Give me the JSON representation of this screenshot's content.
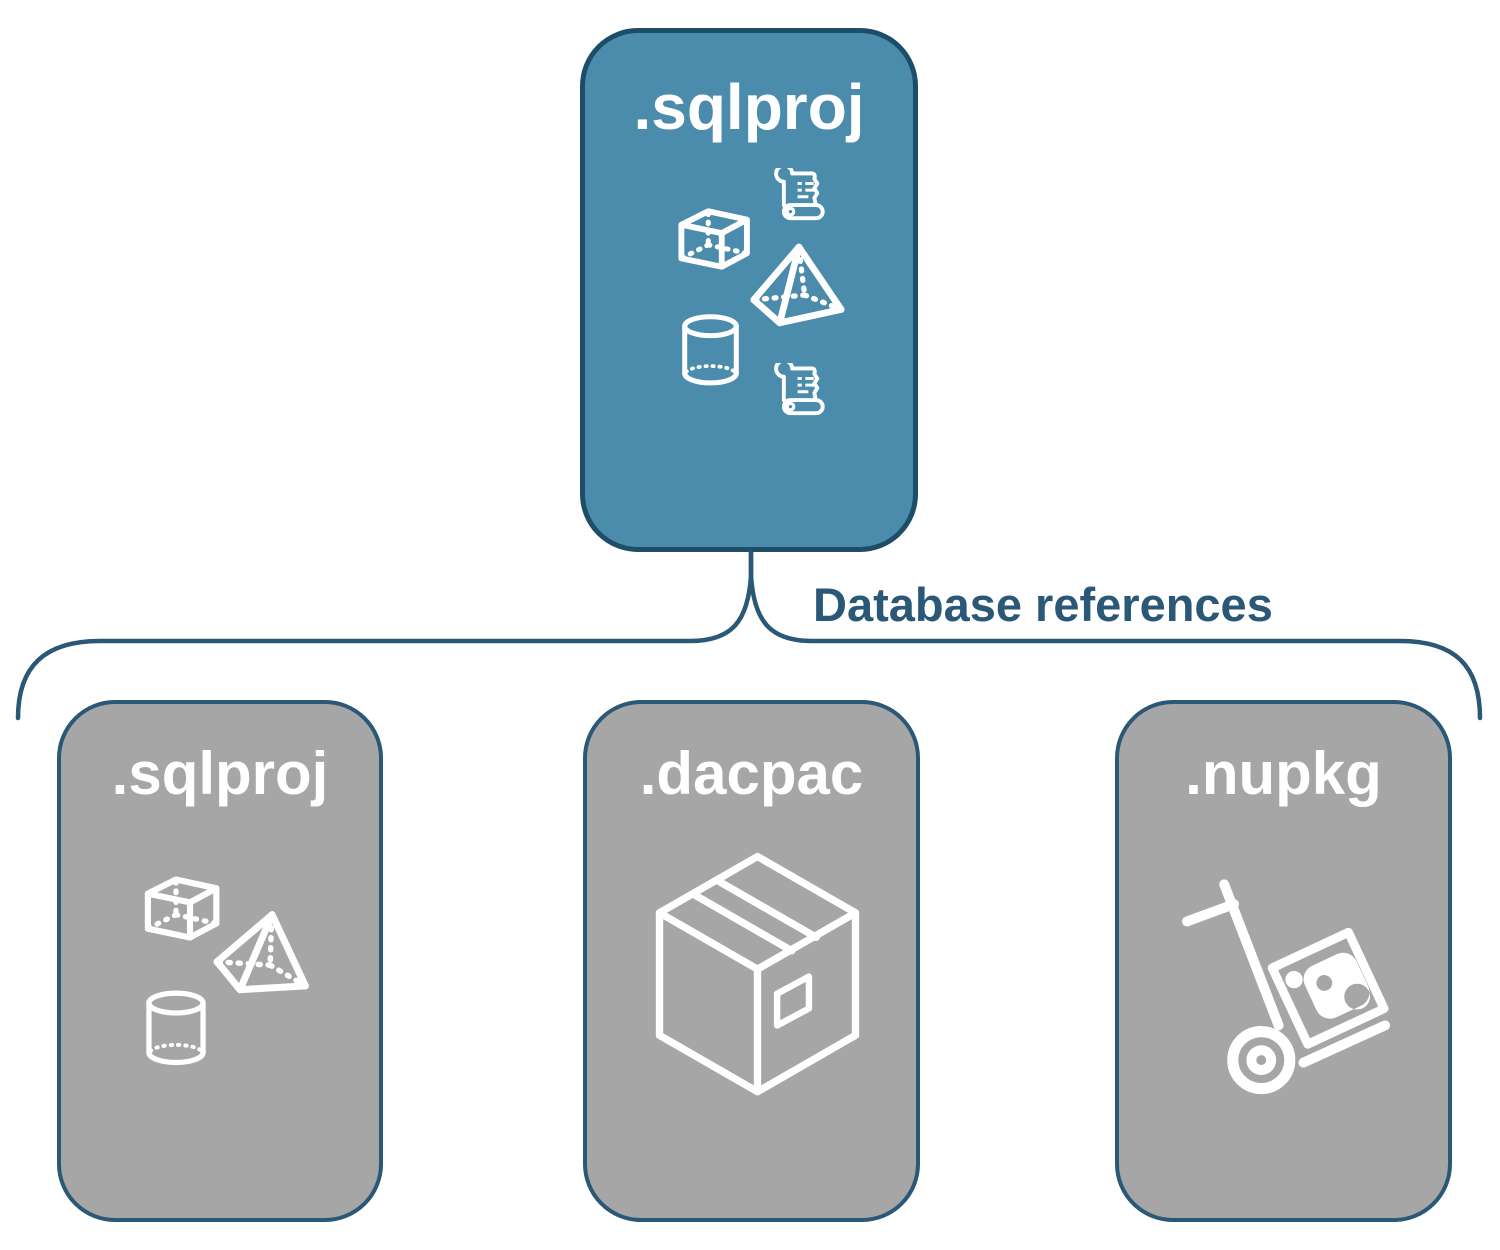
{
  "diagram": {
    "connector_label": "Database references",
    "root_node": {
      "label": ".sqlproj",
      "icons": [
        "scroll-icon",
        "cube-icon",
        "pyramid-icon",
        "cylinder-icon",
        "scroll-icon"
      ]
    },
    "child_nodes": [
      {
        "label": ".sqlproj",
        "icons": [
          "cube-icon",
          "pyramid-icon",
          "cylinder-icon"
        ]
      },
      {
        "label": ".dacpac",
        "icons": [
          "package-box-icon"
        ]
      },
      {
        "label": ".nupkg",
        "icons": [
          "hand-truck-nuget-icon"
        ]
      }
    ],
    "colors": {
      "background": "#FFFFFF",
      "root_fill": "#4B8CAD",
      "root_border": "#1E4D68",
      "child_fill": "#A6A6A6",
      "child_border": "#2B5876",
      "connector": "#2B5876",
      "connector_label_color": "#2B5876",
      "node_label_color": "#FFFFFF",
      "icon_color": "#FFFFFF"
    }
  }
}
